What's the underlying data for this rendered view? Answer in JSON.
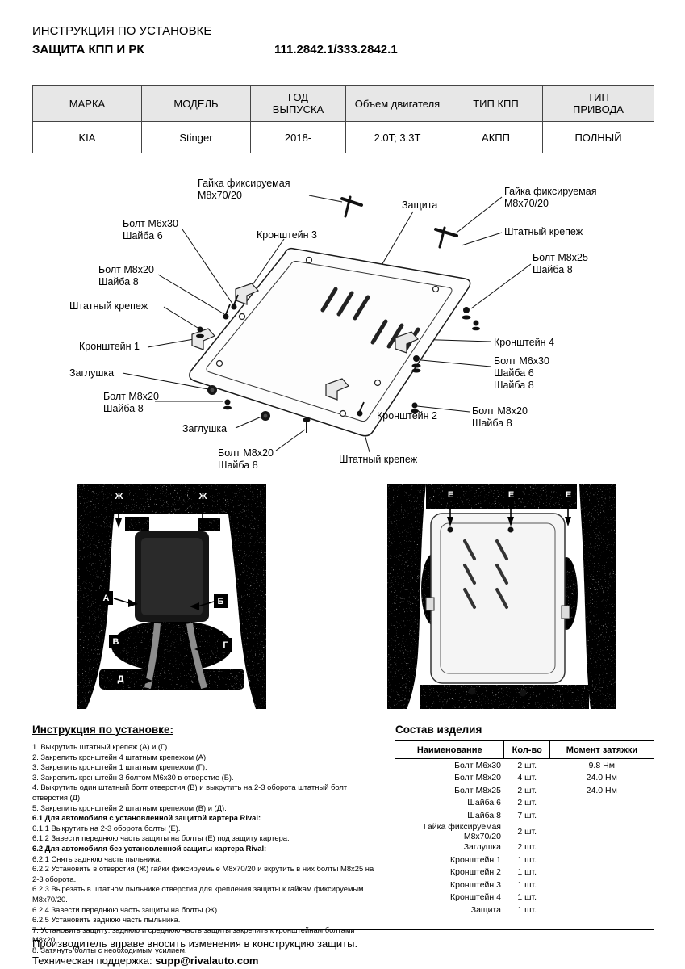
{
  "header": {
    "line1": "ИНСТРУКЦИЯ ПО УСТАНОВКЕ",
    "line2": "ЗАЩИТА КПП И РК",
    "part_number": "111.2842.1/333.2842.1"
  },
  "spec_table": {
    "headers": [
      "МАРКА",
      "МОДЕЛЬ",
      "ГОД\nВЫПУСКА",
      "Объем двигателя",
      "ТИП КПП",
      "ТИП\nПРИВОДА"
    ],
    "row": [
      "KIA",
      "Stinger",
      "2018-",
      "2.0T; 3.3T",
      "АКПП",
      "ПОЛНЫЙ"
    ]
  },
  "diagram": {
    "labels": [
      "Гайка фиксируемая\nМ8х70/20",
      "Защита",
      "Гайка фиксируемая\nМ8х70/20",
      "Штатный крепеж",
      "Болт М6х30\nШайба 6",
      "Кронштейн 3",
      "Болт М8х20\nШайба 8",
      "Штатный крепеж",
      "Кронштейн 1",
      "Заглушка",
      "Болт М8х20\nШайба 8",
      "Заглушка",
      "Болт М8х20\nШайба 8",
      "Штатный крепеж",
      "Кронштейн 2",
      "Болт М8х20\nШайба 8",
      "Болт М6х30\nШайба 6\nШайба 8",
      "Кронштейн 4",
      "Болт М8х25\nШайба 8"
    ]
  },
  "photo_markers": {
    "left": [
      "Ж",
      "Ж",
      "А",
      "Б",
      "В",
      "Г",
      "Д"
    ],
    "right": [
      "Е",
      "Е",
      "Е"
    ]
  },
  "instructions": {
    "heading": "Инструкция по установке:",
    "steps": [
      "1. Выкрутить штатный крепеж (А) и (Г).",
      "2. Закрепить кронштейн 4 штатным крепежом (А).",
      "3. Закрепить кронштейн 1 штатным крепежом (Г).",
      "3. Закрепить кронштейн 3 болтом М6х30 в отверстие (Б).",
      "4. Выкрутить один штатный болт отверстия (В) и выкрутить на 2-3 оборота штатный болт отверстия (Д).",
      "5. Закрепить кронштейн 2 штатным крепежом (В) и (Д).",
      "6.1 Для автомобиля с установленной защитой картера Rival:",
      "6.1.1 Выкрутить на 2-3 оборота болты (Е).",
      "6.1.2 Завести переднюю часть защиты на болты (Е) под защиту картера.",
      "6.2 Для автомобиля без установленной защиты картера Rival:",
      "6.2.1 Снять заднюю часть пыльника.",
      "6.2.2 Установить в отверстия (Ж) гайки фиксируемые М8х70/20 и вкрутить в них болты М8х25 на 2-3 оборота.",
      "6.2.3 Вырезать в штатном пыльнике отверстия для крепления защиты к гайкам фиксируемым М8х70/20.",
      "6.2.4 Завести переднюю часть защиты на болты (Ж).",
      "6.2.5 Установить заднюю часть пыльника.",
      "7. Установить защиту: заднюю и среднюю часть защиты закрепить к кронштейнам болтами М8х20.",
      "8. Затянуть болты с необходимым усилием."
    ]
  },
  "parts": {
    "heading": "Состав изделия",
    "headers": [
      "Наименование",
      "Кол-во",
      "Момент затяжки"
    ],
    "rows": [
      [
        "Болт М6х30",
        "2 шт.",
        "9.8 Нм"
      ],
      [
        "Болт М8х20",
        "4 шт.",
        "24.0 Нм"
      ],
      [
        "Болт М8х25",
        "2 шт.",
        "24.0 Нм"
      ],
      [
        "Шайба 6",
        "2 шт.",
        ""
      ],
      [
        "Шайба 8",
        "7 шт.",
        ""
      ],
      [
        "Гайка фиксируемая М8х70/20",
        "2 шт.",
        ""
      ],
      [
        "Заглушка",
        "2 шт.",
        ""
      ],
      [
        "Кронштейн 1",
        "1 шт.",
        ""
      ],
      [
        "Кронштейн 2",
        "1 шт.",
        ""
      ],
      [
        "Кронштейн 3",
        "1 шт.",
        ""
      ],
      [
        "Кронштейн 4",
        "1 шт.",
        ""
      ],
      [
        "Защита",
        "1 шт.",
        ""
      ]
    ]
  },
  "footer": {
    "line1": "Производитель вправе вносить изменения в конструкцию защиты.",
    "support_label": "Техническая поддержка: ",
    "support_email": "supp@rivalauto.com"
  }
}
